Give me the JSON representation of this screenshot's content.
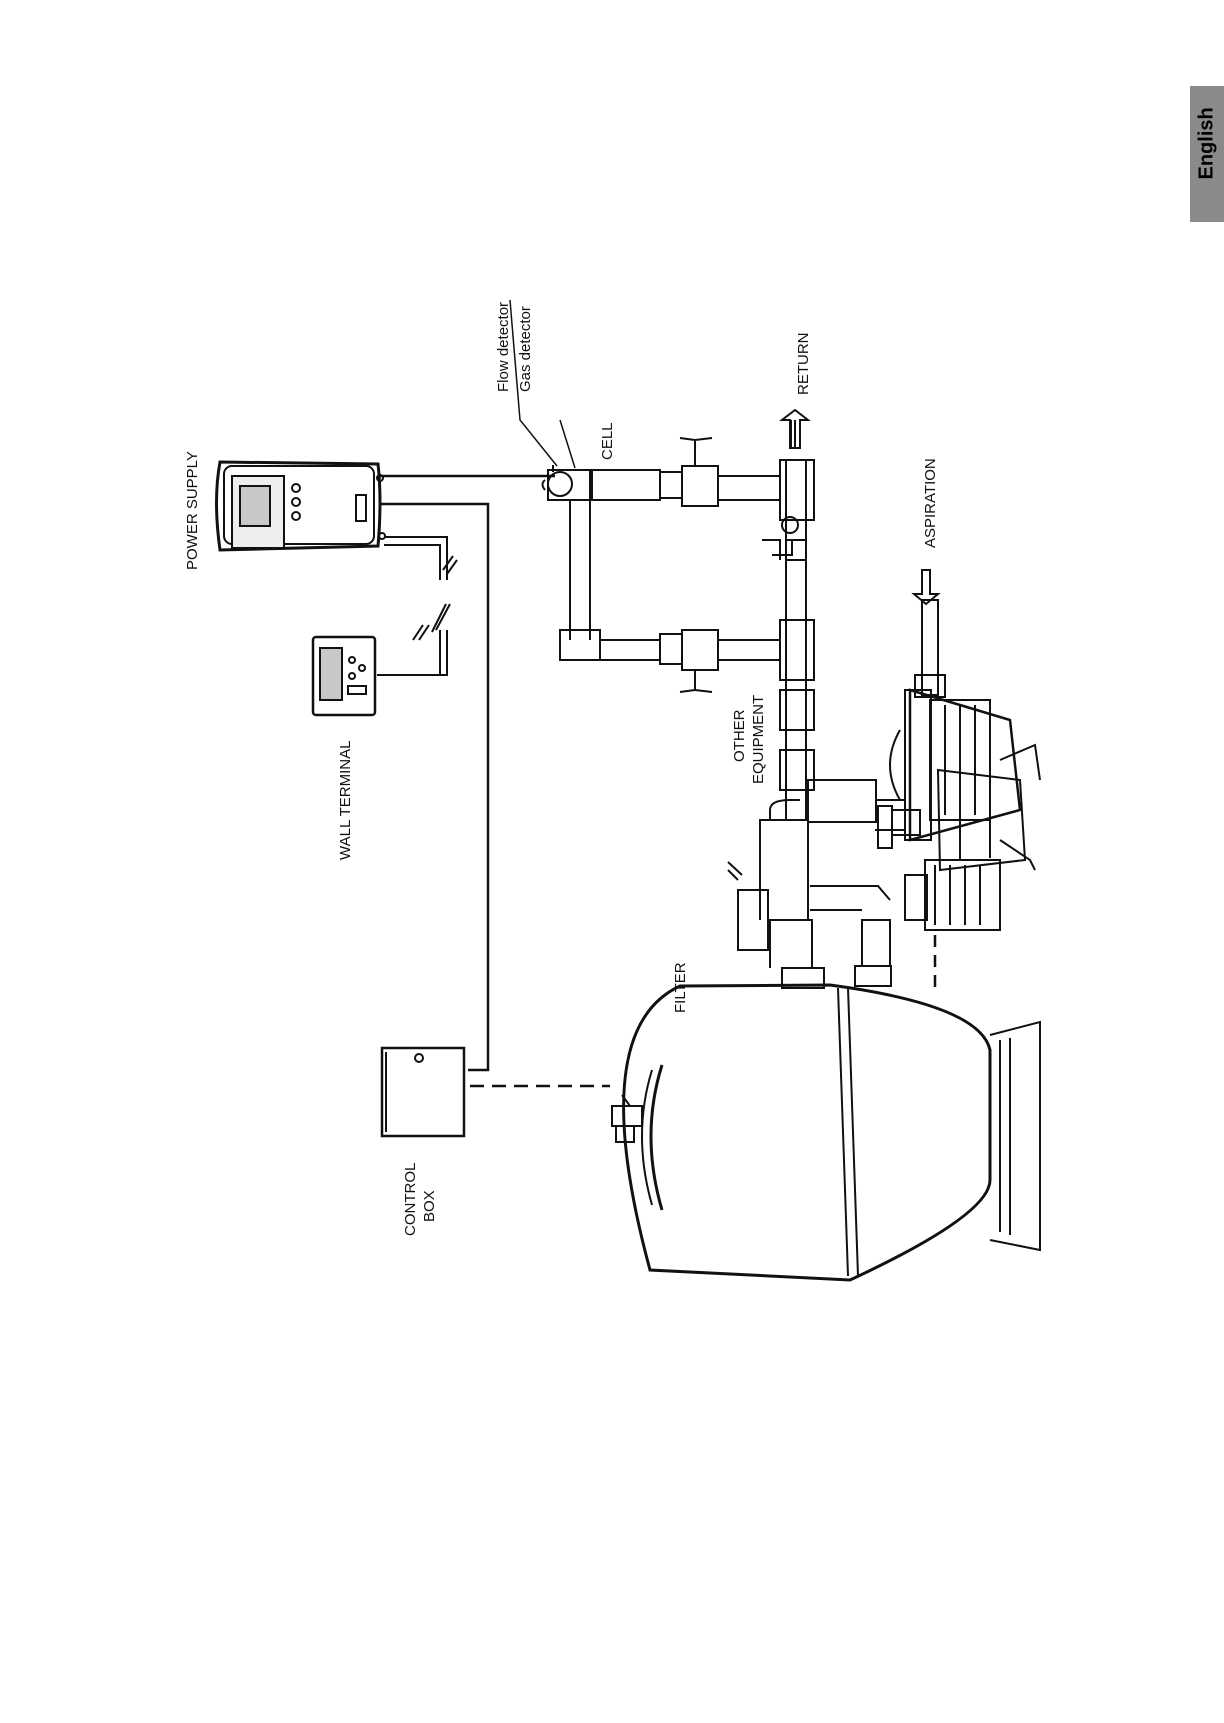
{
  "language_tab": {
    "label": "English"
  },
  "labels": {
    "power_supply": "POWER SUPPLY",
    "wall_terminal": "WALL TERMINAL",
    "control_box_1": "CONTROL",
    "control_box_2": "BOX",
    "flow_detector": "Flow detector",
    "gas_detector": "Gas detector",
    "cell": "CELL",
    "return": "RETURN",
    "aspiration": "ASPIRATION",
    "other_equipment_1": "OTHER",
    "other_equipment_2": "EQUIPMENT",
    "filter": "FILTER"
  },
  "colors": {
    "line": "#111111",
    "tab": "#8a8a8a",
    "screen": "#c8c8c8"
  }
}
